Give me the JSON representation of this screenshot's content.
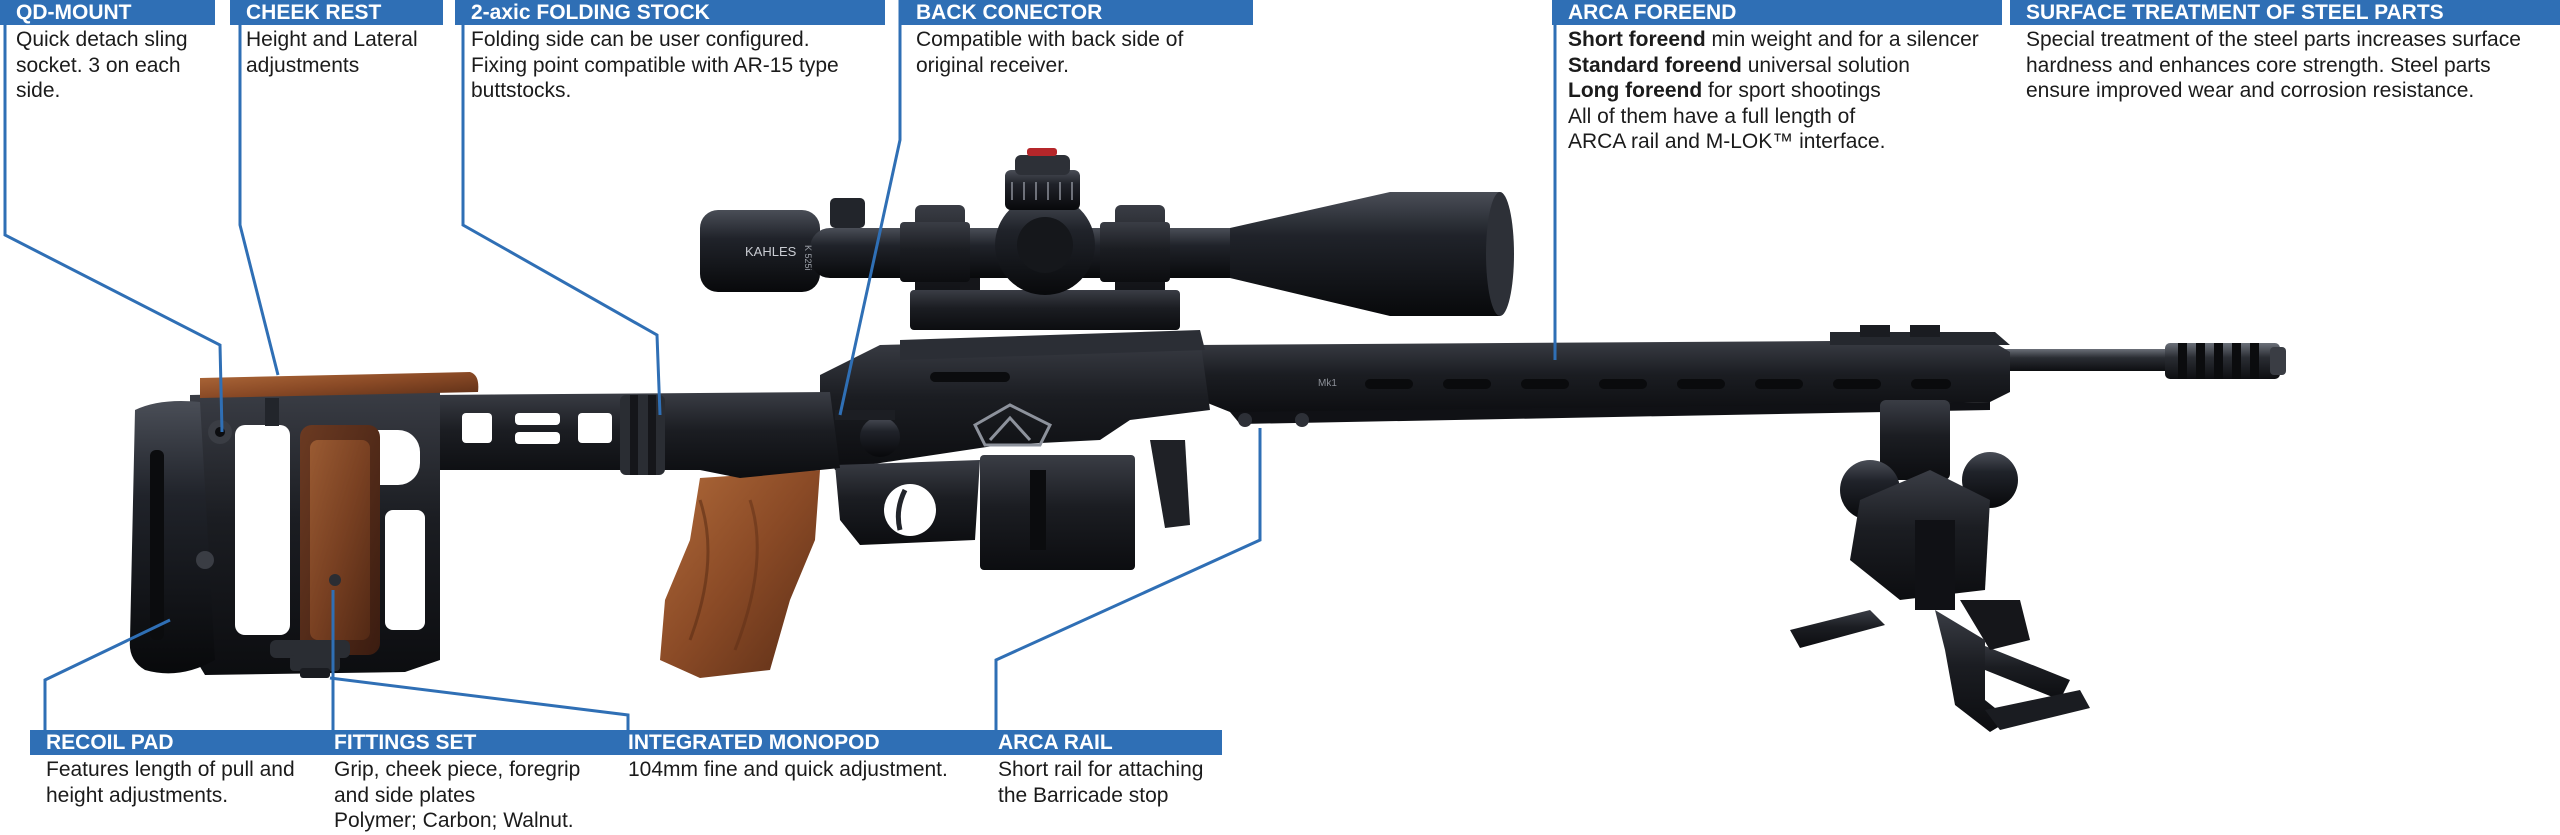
{
  "callouts": {
    "qd_mount": {
      "title": "QD-MOUNT",
      "lines": [
        "Quick detach sling",
        "socket. 3 on each",
        "side."
      ]
    },
    "cheek_rest": {
      "title": "CHEEK REST",
      "lines": [
        "Height and Lateral",
        "adjustments"
      ]
    },
    "folding_stock": {
      "title": "2-axic FOLDING STOCK",
      "lines": [
        "Folding side can be user configured.",
        "Fixing point compatible with AR-15 type",
        "buttstocks."
      ]
    },
    "back_connector": {
      "title": "BACK CONECTOR",
      "lines": [
        "Compatible with back side of",
        "original receiver."
      ]
    },
    "arca_foreend": {
      "title": "ARCA FOREEND",
      "short_bold": "Short foreend",
      "short_rest": " min weight and for a silencer",
      "standard_bold": "Standard foreend",
      "standard_rest": " universal solution",
      "long_bold": "Long foreend",
      "long_rest": " for sport shootings",
      "lines": [
        "All of them have a full length of",
        "ARCA rail and M-LOK™ interface."
      ]
    },
    "surface_treatment": {
      "title": "SURFACE TREATMENT OF STEEL PARTS",
      "lines": [
        "Special treatment of the steel parts increases surface",
        "hardness and enhances core strength. Steel parts",
        "ensure improved wear and corrosion resistance."
      ]
    },
    "recoil_pad": {
      "title": "RECOIL PAD",
      "lines": [
        "Features length of pull and",
        "height adjustments."
      ]
    },
    "fittings_set": {
      "title": "FITTINGS SET",
      "lines": [
        "Grip, cheek piece, foregrip",
        "and side plates",
        "Polymer; Carbon; Walnut."
      ]
    },
    "monopod": {
      "title": "INTEGRATED MONOPOD",
      "lines": [
        "104mm fine and quick adjustment."
      ]
    },
    "arca_rail": {
      "title": "ARCA RAIL",
      "lines": [
        "Short rail for attaching",
        "the Barricade stop"
      ]
    }
  },
  "rifle": {
    "scope_brand": "KAHLES",
    "scope_model": "K 525i",
    "chassis_mark": "Mk1",
    "colors": {
      "accent": "#2f6fb5",
      "leader": "#2f6fb5",
      "metal": "#1a1c21",
      "walnut": "#8a4a26"
    }
  }
}
